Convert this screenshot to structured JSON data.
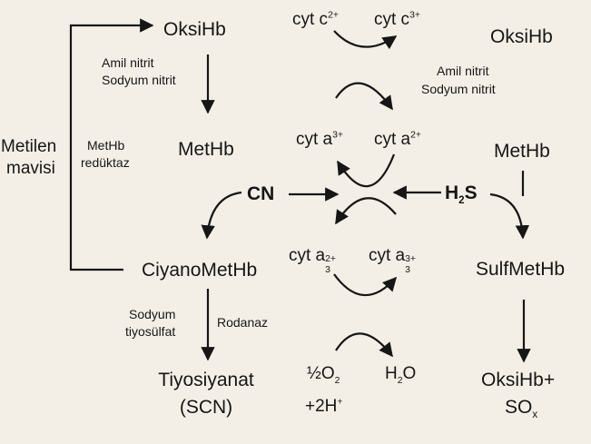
{
  "left": {
    "oksihb": "OksiHb",
    "amil_nitrit": "Amil nitrit",
    "sodyum_nitrit": "Sodyum nitrit",
    "methb": "MetHb",
    "methb_reductase": [
      "MetHb",
      "redüktaz"
    ],
    "metilen_mavisi": [
      "Metilen",
      "mavisi"
    ],
    "cn": "CN",
    "ciyanomethb": "CiyanoMetHb",
    "sodyum_tiyosulfat": [
      "Sodyum",
      "tiyosülfat"
    ],
    "rodanaz": "Rodanaz",
    "tiyosiyanat": [
      "Tiyosiyanat",
      "(SCN)"
    ]
  },
  "center": {
    "cyt_c_red": {
      "base": "cyt c",
      "sup": "2+"
    },
    "cyt_c_ox": {
      "base": "cyt c",
      "sup": "3+"
    },
    "cyt_a_ox": {
      "base": "cyt a",
      "sup": "3+"
    },
    "cyt_a_red": {
      "base": "cyt a",
      "sup": "2+"
    },
    "cyt_a3_red": {
      "base": "cyt a",
      "sub": "3",
      "sup": "2+"
    },
    "cyt_a3_ox": {
      "base": "cyt a",
      "sub": "3",
      "sup": "3+"
    },
    "half_o2": {
      "base": "½O",
      "sub": "2"
    },
    "two_h": {
      "base": "+2H",
      "sup": "+"
    },
    "water": {
      "base": "H",
      "sub": "2",
      "tail": "O"
    }
  },
  "right": {
    "oksihb": "OksiHb",
    "amil_nitrit": "Amil nitrit",
    "sodyum_nitrit": "Sodyum nitrit",
    "methb": "MetHb",
    "h2s": {
      "base": "H",
      "sub": "2",
      "tail": "S"
    },
    "sulfmethb": "SulfMetHb",
    "oksihb_plus": "OksiHb+",
    "sox": {
      "base": "SO",
      "sub": "x"
    }
  }
}
